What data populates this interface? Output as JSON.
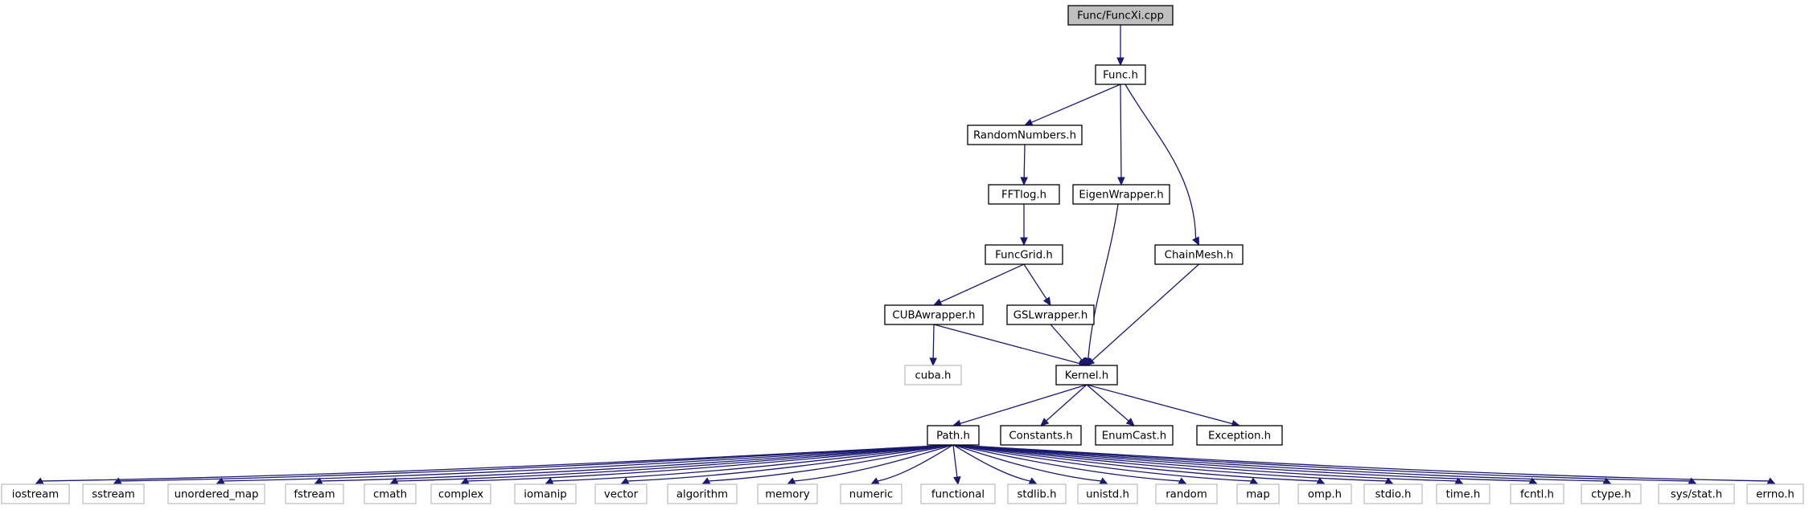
{
  "diagram": {
    "colors": {
      "edge": "#191970",
      "root_fill": "#bfbfbf",
      "local_border": "#000000",
      "system_border": "#bfbfbf"
    },
    "nodes": [
      {
        "id": "funcxi",
        "label": "Func/FuncXi.cpp",
        "kind": "root"
      },
      {
        "id": "func",
        "label": "Func.h",
        "kind": "local"
      },
      {
        "id": "randomnumbers",
        "label": "RandomNumbers.h",
        "kind": "local"
      },
      {
        "id": "eigenwrapper",
        "label": "EigenWrapper.h",
        "kind": "local"
      },
      {
        "id": "chainmesh",
        "label": "ChainMesh.h",
        "kind": "local"
      },
      {
        "id": "fftlog",
        "label": "FFTlog.h",
        "kind": "local"
      },
      {
        "id": "funcgrid",
        "label": "FuncGrid.h",
        "kind": "local"
      },
      {
        "id": "cubawrapper",
        "label": "CUBAwrapper.h",
        "kind": "local"
      },
      {
        "id": "gslwrapper",
        "label": "GSLwrapper.h",
        "kind": "local"
      },
      {
        "id": "cuba",
        "label": "cuba.h",
        "kind": "system"
      },
      {
        "id": "kernel",
        "label": "Kernel.h",
        "kind": "local"
      },
      {
        "id": "path",
        "label": "Path.h",
        "kind": "local"
      },
      {
        "id": "constants",
        "label": "Constants.h",
        "kind": "local"
      },
      {
        "id": "enumcast",
        "label": "EnumCast.h",
        "kind": "local"
      },
      {
        "id": "exception",
        "label": "Exception.h",
        "kind": "local"
      },
      {
        "id": "iostream",
        "label": "iostream",
        "kind": "system"
      },
      {
        "id": "sstream",
        "label": "sstream",
        "kind": "system"
      },
      {
        "id": "unordered_map",
        "label": "unordered_map",
        "kind": "system"
      },
      {
        "id": "fstream",
        "label": "fstream",
        "kind": "system"
      },
      {
        "id": "cmath",
        "label": "cmath",
        "kind": "system"
      },
      {
        "id": "complex",
        "label": "complex",
        "kind": "system"
      },
      {
        "id": "iomanip",
        "label": "iomanip",
        "kind": "system"
      },
      {
        "id": "vector",
        "label": "vector",
        "kind": "system"
      },
      {
        "id": "algorithm",
        "label": "algorithm",
        "kind": "system"
      },
      {
        "id": "memory",
        "label": "memory",
        "kind": "system"
      },
      {
        "id": "numeric",
        "label": "numeric",
        "kind": "system"
      },
      {
        "id": "functional",
        "label": "functional",
        "kind": "system"
      },
      {
        "id": "stdlib",
        "label": "stdlib.h",
        "kind": "system"
      },
      {
        "id": "unistd",
        "label": "unistd.h",
        "kind": "system"
      },
      {
        "id": "random",
        "label": "random",
        "kind": "system"
      },
      {
        "id": "map",
        "label": "map",
        "kind": "system"
      },
      {
        "id": "omp",
        "label": "omp.h",
        "kind": "system"
      },
      {
        "id": "stdio",
        "label": "stdio.h",
        "kind": "system"
      },
      {
        "id": "time",
        "label": "time.h",
        "kind": "system"
      },
      {
        "id": "fcntl",
        "label": "fcntl.h",
        "kind": "system"
      },
      {
        "id": "ctype",
        "label": "ctype.h",
        "kind": "system"
      },
      {
        "id": "sysstat",
        "label": "sys/stat.h",
        "kind": "system"
      },
      {
        "id": "errno",
        "label": "errno.h",
        "kind": "system"
      }
    ],
    "edges": [
      [
        "funcxi",
        "func"
      ],
      [
        "func",
        "randomnumbers"
      ],
      [
        "func",
        "eigenwrapper"
      ],
      [
        "func",
        "chainmesh"
      ],
      [
        "randomnumbers",
        "fftlog"
      ],
      [
        "fftlog",
        "funcgrid"
      ],
      [
        "funcgrid",
        "cubawrapper"
      ],
      [
        "funcgrid",
        "gslwrapper"
      ],
      [
        "cubawrapper",
        "cuba"
      ],
      [
        "cubawrapper",
        "kernel"
      ],
      [
        "gslwrapper",
        "kernel"
      ],
      [
        "eigenwrapper",
        "kernel"
      ],
      [
        "chainmesh",
        "kernel"
      ],
      [
        "kernel",
        "path"
      ],
      [
        "kernel",
        "constants"
      ],
      [
        "kernel",
        "enumcast"
      ],
      [
        "kernel",
        "exception"
      ],
      [
        "path",
        "iostream"
      ],
      [
        "path",
        "sstream"
      ],
      [
        "path",
        "unordered_map"
      ],
      [
        "path",
        "fstream"
      ],
      [
        "path",
        "cmath"
      ],
      [
        "path",
        "complex"
      ],
      [
        "path",
        "iomanip"
      ],
      [
        "path",
        "vector"
      ],
      [
        "path",
        "algorithm"
      ],
      [
        "path",
        "memory"
      ],
      [
        "path",
        "numeric"
      ],
      [
        "path",
        "functional"
      ],
      [
        "path",
        "stdlib"
      ],
      [
        "path",
        "unistd"
      ],
      [
        "path",
        "random"
      ],
      [
        "path",
        "map"
      ],
      [
        "path",
        "omp"
      ],
      [
        "path",
        "stdio"
      ],
      [
        "path",
        "time"
      ],
      [
        "path",
        "fcntl"
      ],
      [
        "path",
        "ctype"
      ],
      [
        "path",
        "sysstat"
      ],
      [
        "path",
        "errno"
      ]
    ]
  }
}
